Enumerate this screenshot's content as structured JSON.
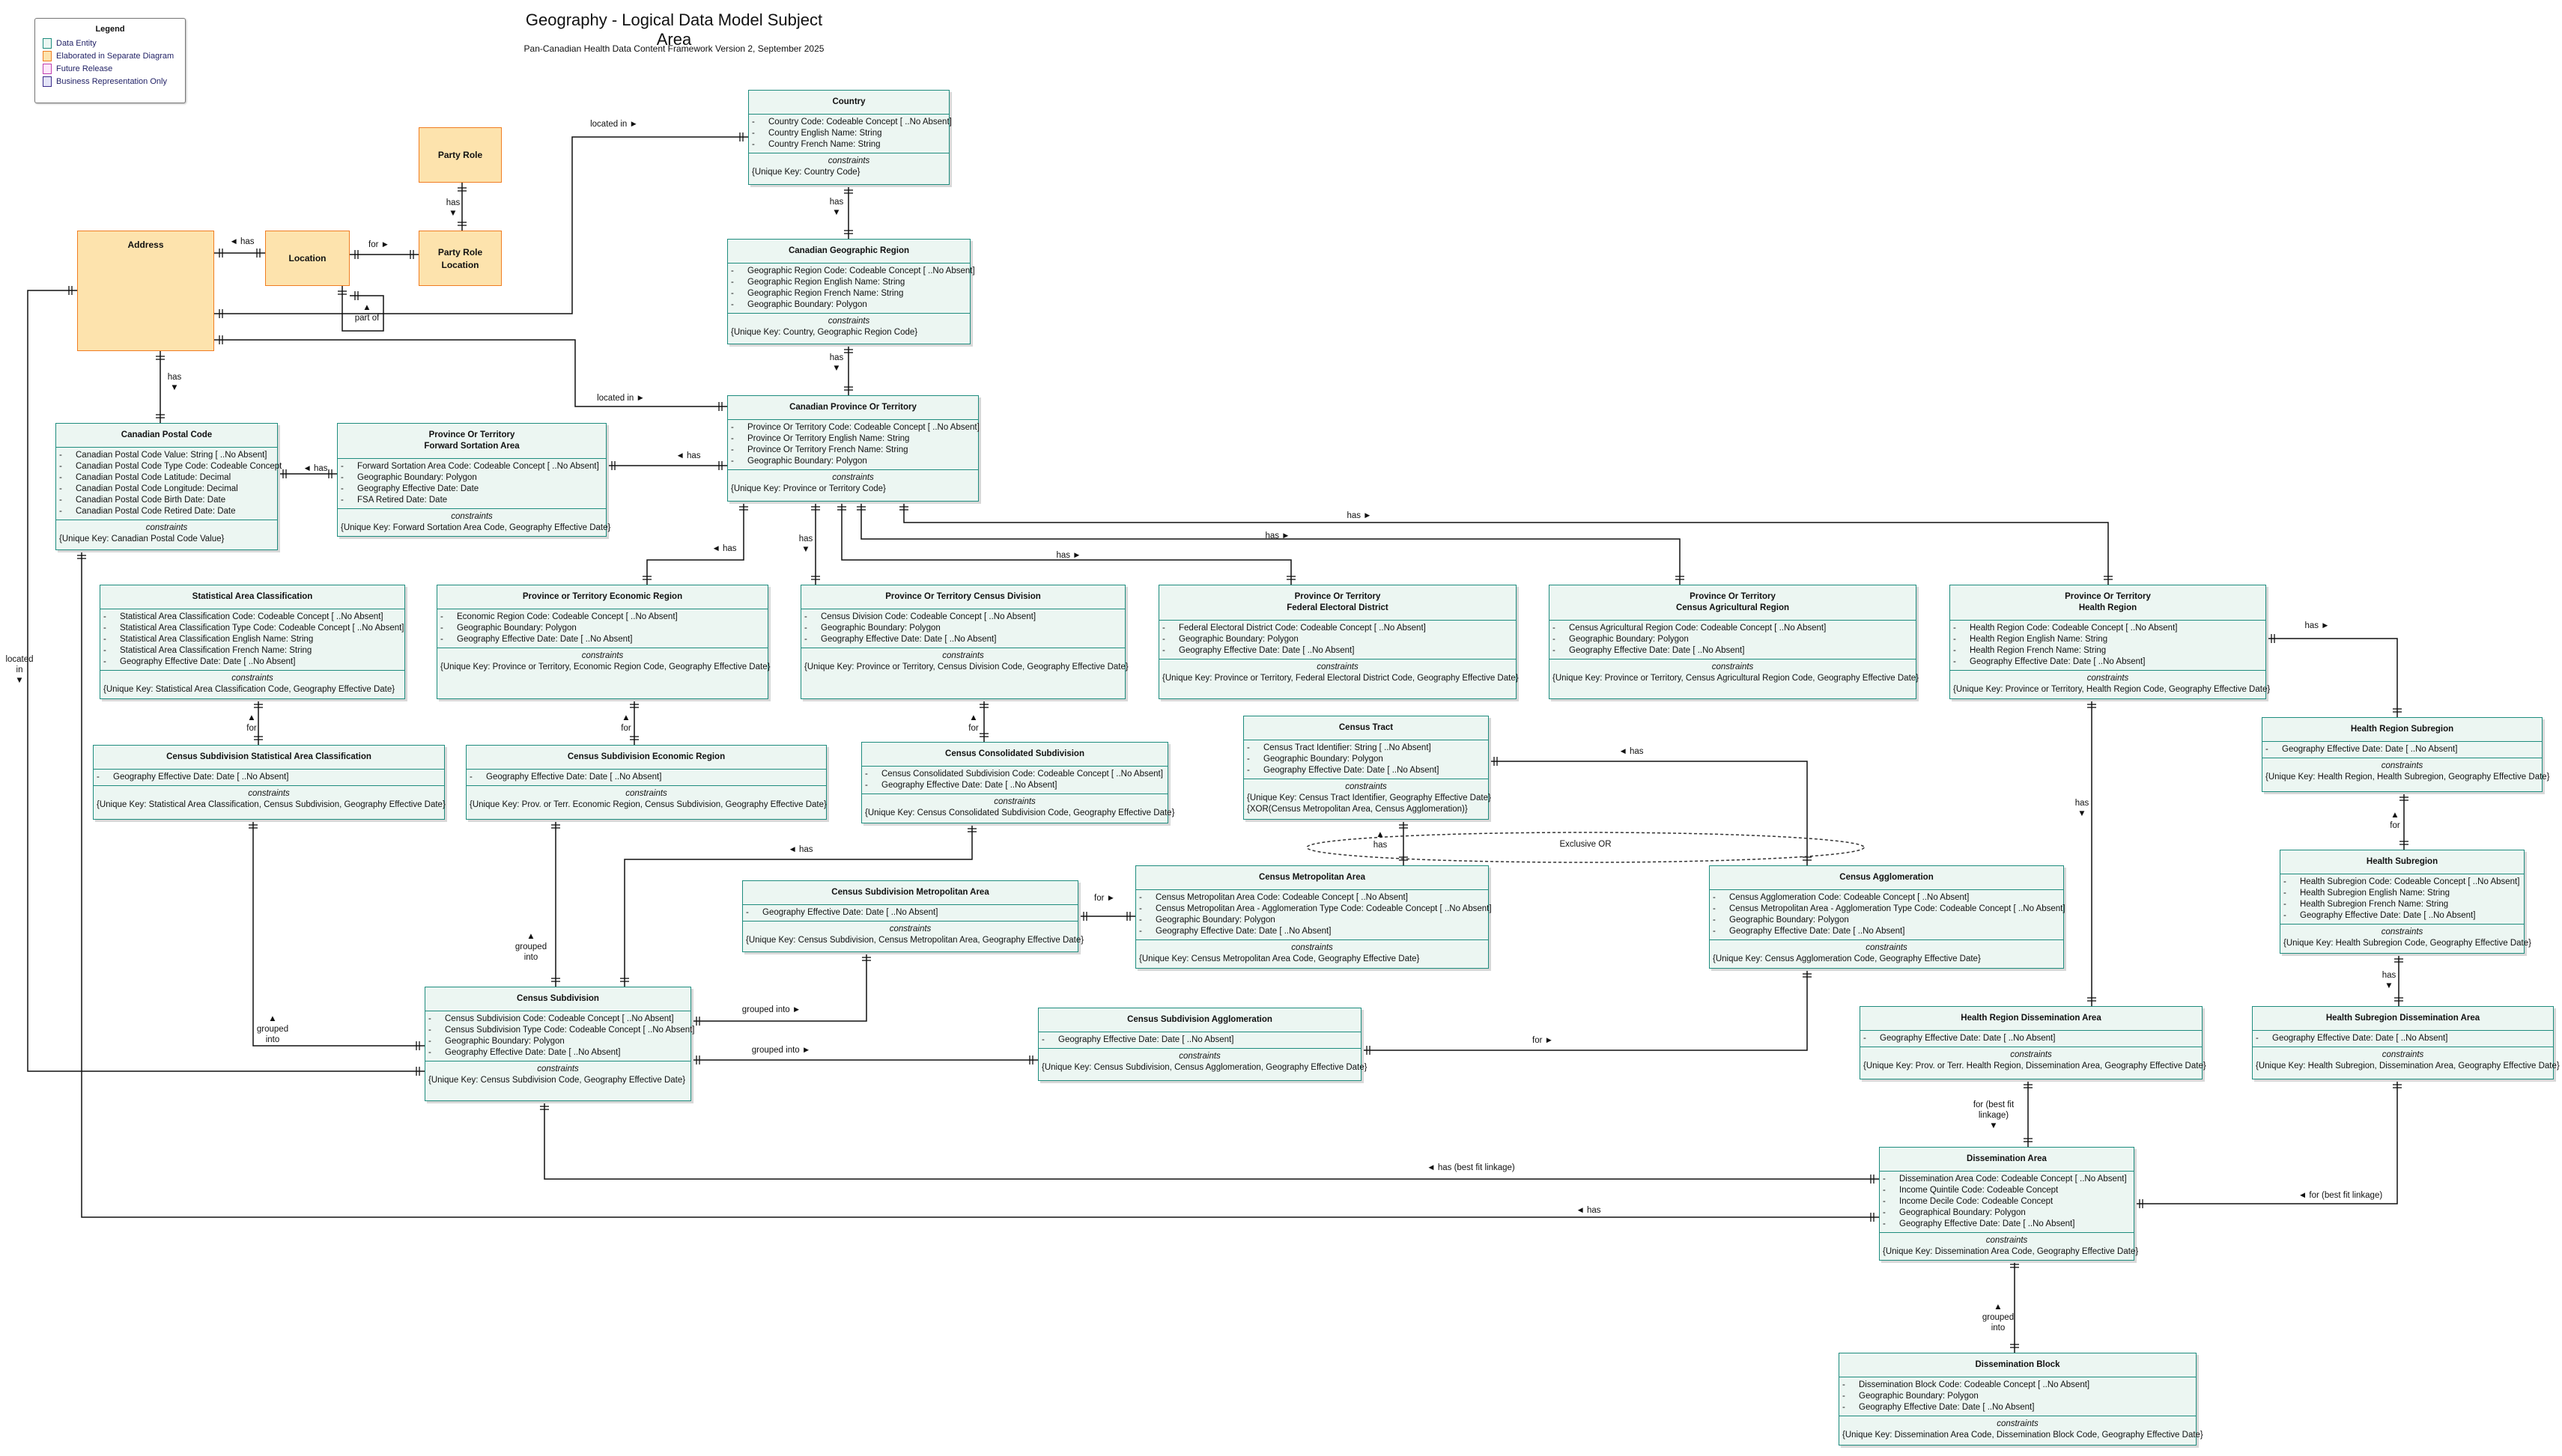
{
  "title": "Geography - Logical Data Model Subject Area",
  "subtitle": "Pan-Canadian Health Data Content Framework Version 2, September 2025",
  "legend": {
    "heading": "Legend",
    "items": [
      {
        "label": "Data Entity",
        "fill": "#ecf6f2",
        "stroke": "#1e8c7e"
      },
      {
        "label": "Elaborated in Separate Diagram",
        "fill": "#fde3ad",
        "stroke": "#f07d22"
      },
      {
        "label": "Future Release",
        "fill": "#fde7fb",
        "stroke": "#c040b0"
      },
      {
        "label": "Business Representation Only",
        "fill": "#e4e4f8",
        "stroke": "#3a2a8a"
      }
    ]
  },
  "colors": {
    "entity_fill": "#ecf6f2",
    "entity_border": "#1e8c7e",
    "elaborated_fill": "#fde3ad",
    "elaborated_border": "#f07d22"
  },
  "elaborated": [
    {
      "id": "address",
      "title": "Address"
    },
    {
      "id": "location",
      "title": "Location"
    },
    {
      "id": "party_role",
      "title": "Party Role"
    },
    {
      "id": "party_role_location",
      "title": "Party Role\nLocation"
    }
  ],
  "entities": [
    {
      "id": "country",
      "title": "Country",
      "attributes": [
        "Country Code: Codeable Concept [ ..No Absent]",
        "Country English Name: String",
        "Country French Name: String"
      ],
      "constraints": [
        "{Unique Key: Country Code}"
      ]
    },
    {
      "id": "cgr",
      "title": "Canadian Geographic Region",
      "attributes": [
        "Geographic Region Code: Codeable Concept [ ..No Absent]",
        "Geographic Region English Name: String",
        "Geographic Region French Name: String",
        "Geographic Boundary: Polygon"
      ],
      "constraints": [
        "{Unique Key: Country, Geographic Region Code}"
      ]
    },
    {
      "id": "cpt",
      "title": "Canadian Province Or Territory",
      "attributes": [
        "Province Or Territory Code: Codeable Concept [ ..No Absent]",
        "Province Or Territory English Name: String",
        "Province Or Territory French Name: String",
        "Geographic Boundary: Polygon"
      ],
      "constraints": [
        "{Unique Key: Province or Territory Code}"
      ]
    },
    {
      "id": "postal",
      "title": "Canadian Postal Code",
      "attributes": [
        "Canadian Postal Code Value: String [ ..No Absent]",
        "Canadian Postal Code Type Code: Codeable Concept",
        "Canadian Postal Code Latitude: Decimal",
        "Canadian Postal Code Longitude: Decimal",
        "Canadian Postal Code Birth Date: Date",
        "Canadian Postal Code Retired Date: Date"
      ],
      "constraints": [
        "{Unique Key: Canadian Postal Code Value}"
      ]
    },
    {
      "id": "fsa",
      "title": "Province Or Territory\nForward Sortation Area",
      "attributes": [
        "Forward Sortation Area Code: Codeable Concept [ ..No Absent]",
        "Geographic Boundary: Polygon",
        "Geography Effective Date: Date",
        "FSA Retired Date: Date"
      ],
      "constraints": [
        "{Unique Key: Forward Sortation Area Code, Geography Effective Date}"
      ]
    },
    {
      "id": "sac",
      "title": "Statistical Area Classification",
      "attributes": [
        "Statistical Area Classification Code: Codeable Concept [ ..No Absent]",
        "Statistical Area Classification Type Code: Codeable Concept [ ..No Absent]",
        "Statistical Area Classification English Name: String",
        "Statistical Area Classification French Name: String",
        "Geography Effective Date: Date [ ..No Absent]"
      ],
      "constraints": [
        "{Unique Key: Statistical Area Classification Code, Geography Effective Date}"
      ]
    },
    {
      "id": "er",
      "title": "Province or Territory Economic Region",
      "attributes": [
        "Economic Region Code: Codeable Concept [ ..No Absent]",
        "Geographic Boundary: Polygon",
        "Geography Effective Date: Date [ ..No Absent]"
      ],
      "constraints": [
        "{Unique Key: Province or Territory, Economic Region Code, Geography Effective Date}"
      ]
    },
    {
      "id": "cd",
      "title": "Province Or Territory Census Division",
      "attributes": [
        "Census Division Code: Codeable Concept [ ..No Absent]",
        "Geographic Boundary: Polygon",
        "Geography Effective Date: Date [ ..No Absent]"
      ],
      "constraints": [
        "{Unique Key: Province or Territory, Census Division Code, Geography Effective Date}"
      ]
    },
    {
      "id": "fed",
      "title": "Province Or Territory\nFederal Electoral District",
      "attributes": [
        "Federal Electoral District Code: Codeable Concept [ ..No Absent]",
        "Geographic Boundary: Polygon",
        "Geography Effective Date: Date [ ..No Absent]"
      ],
      "constraints": [
        "{Unique Key: Province or Territory, Federal Electoral District Code, Geography Effective Date}"
      ]
    },
    {
      "id": "car",
      "title": "Province Or Territory\nCensus Agricultural Region",
      "attributes": [
        "Census Agricultural Region Code: Codeable Concept [ ..No Absent]",
        "Geographic Boundary: Polygon",
        "Geography Effective Date: Date [ ..No Absent]"
      ],
      "constraints": [
        "{Unique Key: Province or Territory, Census Agricultural Region Code, Geography Effective Date}"
      ]
    },
    {
      "id": "hr",
      "title": "Province Or Territory\nHealth Region",
      "attributes": [
        "Health Region Code: Codeable Concept [ ..No Absent]",
        "Health Region English Name: String",
        "Health Region French Name: String",
        "Geography Effective Date: Date [ ..No Absent]"
      ],
      "constraints": [
        "{Unique Key: Province or Territory, Health Region Code, Geography Effective Date}"
      ]
    },
    {
      "id": "csdsac",
      "title": "Census Subdivision Statistical Area Classification",
      "attributes": [
        "Geography Effective Date: Date [ ..No Absent]"
      ],
      "constraints": [
        "{Unique Key: Statistical Area Classification, Census Subdivision, Geography Effective Date}"
      ]
    },
    {
      "id": "csder",
      "title": "Census Subdivision Economic Region",
      "attributes": [
        "Geography Effective Date: Date [ ..No Absent]"
      ],
      "constraints": [
        "{Unique Key: Prov. or Terr. Economic Region, Census Subdivision, Geography Effective Date}"
      ]
    },
    {
      "id": "ccs",
      "title": "Census Consolidated Subdivision",
      "attributes": [
        "Census Consolidated Subdivision Code: Codeable Concept [ ..No Absent]",
        "Geography Effective Date: Date [ ..No Absent]"
      ],
      "constraints": [
        "{Unique Key: Census Consolidated Subdivision Code, Geography Effective Date}"
      ]
    },
    {
      "id": "ct",
      "title": "Census Tract",
      "attributes": [
        "Census Tract Identifier: String [ ..No Absent]",
        "Geographic Boundary: Polygon",
        "Geography Effective Date: Date [ ..No Absent]"
      ],
      "constraints": [
        "{Unique Key: Census Tract Identifier, Geography Effective Date}",
        "{XOR(Census Metropolitan Area, Census Agglomeration)}"
      ]
    },
    {
      "id": "hrs",
      "title": "Health Region Subregion",
      "attributes": [
        "Geography Effective Date: Date [ ..No Absent]"
      ],
      "constraints": [
        "{Unique Key: Health Region, Health Subregion, Geography Effective Date}"
      ]
    },
    {
      "id": "csma",
      "title": "Census Subdivision Metropolitan Area",
      "attributes": [
        "Geography Effective Date: Date [ ..No Absent]"
      ],
      "constraints": [
        "{Unique Key: Census Subdivision, Census Metropolitan Area, Geography Effective Date}"
      ]
    },
    {
      "id": "cma",
      "title": "Census Metropolitan Area",
      "attributes": [
        "Census Metropolitan Area Code: Codeable Concept [ ..No Absent]",
        "Census Metropolitan Area - Agglomeration Type Code: Codeable Concept [ ..No Absent]",
        "Geographic Boundary: Polygon",
        "Geography Effective Date: Date [ ..No Absent]"
      ],
      "constraints": [
        "{Unique Key: Census Metropolitan Area Code, Geography Effective Date}"
      ]
    },
    {
      "id": "ca",
      "title": "Census Agglomeration",
      "attributes": [
        "Census Agglomeration Code: Codeable Concept [ ..No Absent]",
        "Census Metropolitan Area - Agglomeration Type Code: Codeable Concept [ ..No Absent]",
        "Geographic Boundary: Polygon",
        "Geography Effective Date: Date [ ..No Absent]"
      ],
      "constraints": [
        "{Unique Key: Census Agglomeration Code, Geography Effective Date}"
      ]
    },
    {
      "id": "hs",
      "title": "Health Subregion",
      "attributes": [
        "Health Subregion Code: Codeable Concept [ ..No Absent]",
        "Health Subregion English Name: String",
        "Health Subregion French Name: String",
        "Geography Effective Date: Date [ ..No Absent]"
      ],
      "constraints": [
        "{Unique Key: Health Subregion Code, Geography Effective Date}"
      ]
    },
    {
      "id": "csd",
      "title": "Census Subdivision",
      "attributes": [
        "Census Subdivision Code: Codeable Concept [ ..No Absent]",
        "Census Subdivision Type Code: Codeable Concept [ ..No Absent]",
        "Geographic Boundary: Polygon",
        "Geography Effective Date: Date [ ..No Absent]"
      ],
      "constraints": [
        "{Unique Key: Census Subdivision Code, Geography Effective Date}"
      ]
    },
    {
      "id": "csda",
      "title": "Census Subdivision Agglomeration",
      "attributes": [
        "Geography Effective Date: Date [ ..No Absent]"
      ],
      "constraints": [
        "{Unique Key: Census Subdivision, Census Agglomeration, Geography Effective Date}"
      ]
    },
    {
      "id": "hrda",
      "title": "Health Region Dissemination Area",
      "attributes": [
        "Geography Effective Date: Date [ ..No Absent]"
      ],
      "constraints": [
        "{Unique Key: Prov. or Terr. Health Region, Dissemination Area, Geography Effective Date}"
      ]
    },
    {
      "id": "hsda",
      "title": "Health Subregion Dissemination Area",
      "attributes": [
        "Geography Effective Date: Date [ ..No Absent]"
      ],
      "constraints": [
        "{Unique Key: Health Subregion, Dissemination Area, Geography Effective Date}"
      ]
    },
    {
      "id": "da",
      "title": "Dissemination Area",
      "attributes": [
        "Dissemination Area Code: Codeable Concept [ ..No Absent]",
        "Income Quintile Code: Codeable Concept",
        "Income Decile Code: Codeable Concept",
        "Geographical Boundary: Polygon",
        "Geography Effective Date: Date [ ..No Absent]"
      ],
      "constraints": [
        "{Unique Key: Dissemination Area Code, Geography Effective Date}"
      ]
    },
    {
      "id": "db",
      "title": "Dissemination Block",
      "attributes": [
        "Dissemination Block Code: Codeable Concept [ ..No Absent]",
        "Geographic Boundary: Polygon",
        "Geography Effective Date: Date [ ..No Absent]"
      ],
      "constraints": [
        "{Unique Key: Dissemination Area Code, Dissemination Block Code, Geography Effective Date}"
      ]
    }
  ],
  "constraints_heading": "constraints",
  "attribute_bullet": "-",
  "relationships": [
    {
      "label": "located in ►"
    },
    {
      "label": "located in ►"
    },
    {
      "label": "has\n▼"
    },
    {
      "label": "has\n▼"
    },
    {
      "label": "◄ has"
    },
    {
      "label": "for ►"
    },
    {
      "label": "has\n▼"
    },
    {
      "label": "▲\npart of"
    },
    {
      "label": "has\n▼"
    },
    {
      "label": "◄ has"
    },
    {
      "label": "◄ has"
    },
    {
      "label": "located\nin\n▼"
    },
    {
      "label": "◄ has"
    },
    {
      "label": "◄ has"
    },
    {
      "label": "has\n▼"
    },
    {
      "label": "has ►"
    },
    {
      "label": "has ►"
    },
    {
      "label": "has ►"
    },
    {
      "label": "▲\nfor"
    },
    {
      "label": "▲\nfor"
    },
    {
      "label": "▲\nfor"
    },
    {
      "label": "has ►"
    },
    {
      "label": "▲\nfor"
    },
    {
      "label": "has\n▼"
    },
    {
      "label": "has\n▼"
    },
    {
      "label": "for (best fit\nlinkage)\n▼"
    },
    {
      "label": "◄ for (best fit linkage)"
    },
    {
      "label": "▲\ngrouped\ninto"
    },
    {
      "label": "◄ has (best fit linkage)"
    },
    {
      "label": "▲\ngrouped\ninto"
    },
    {
      "label": "▲\ngrouped\ninto"
    },
    {
      "label": "◄ has"
    },
    {
      "label": "grouped into ►"
    },
    {
      "label": "grouped into ►"
    },
    {
      "label": "for ►"
    },
    {
      "label": "for ►"
    },
    {
      "label": "◄ has"
    },
    {
      "label": "▲\nhas"
    },
    {
      "label": "Exclusive OR"
    }
  ]
}
